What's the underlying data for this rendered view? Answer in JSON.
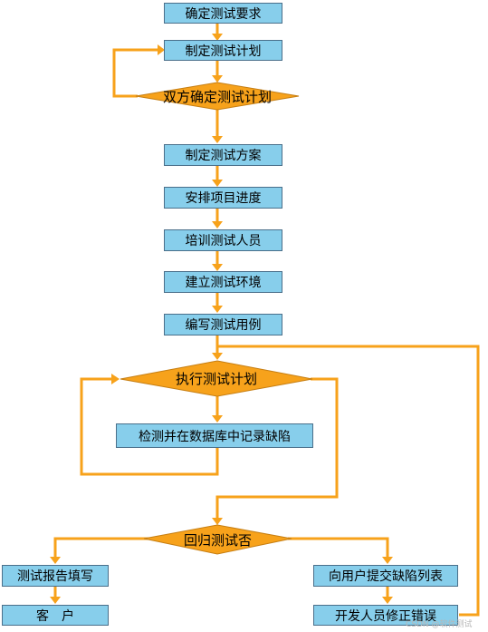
{
  "nodes": {
    "confirm_req": "确定测试要求",
    "make_plan": "制定测试计划",
    "confirm_plan": "双方确定测试计划",
    "make_scheme": "制定测试方案",
    "schedule": "安排项目进度",
    "train": "培训测试人员",
    "env": "建立测试环境",
    "cases": "编写测试用例",
    "execute": "执行测试计划",
    "detect": "检测并在数据库中记录缺陷",
    "regression": "回归测试否",
    "report": "测试报告填写",
    "customer": "客　户",
    "submit_defects": "向用户提交缺陷列表",
    "fix_errors": "开发人员修正错误"
  },
  "colors": {
    "process_fill": "#87CEEB",
    "decision_fill": "#F7A21B",
    "connector": "#F7A21B"
  },
  "watermark": "CSDN @软件测试"
}
